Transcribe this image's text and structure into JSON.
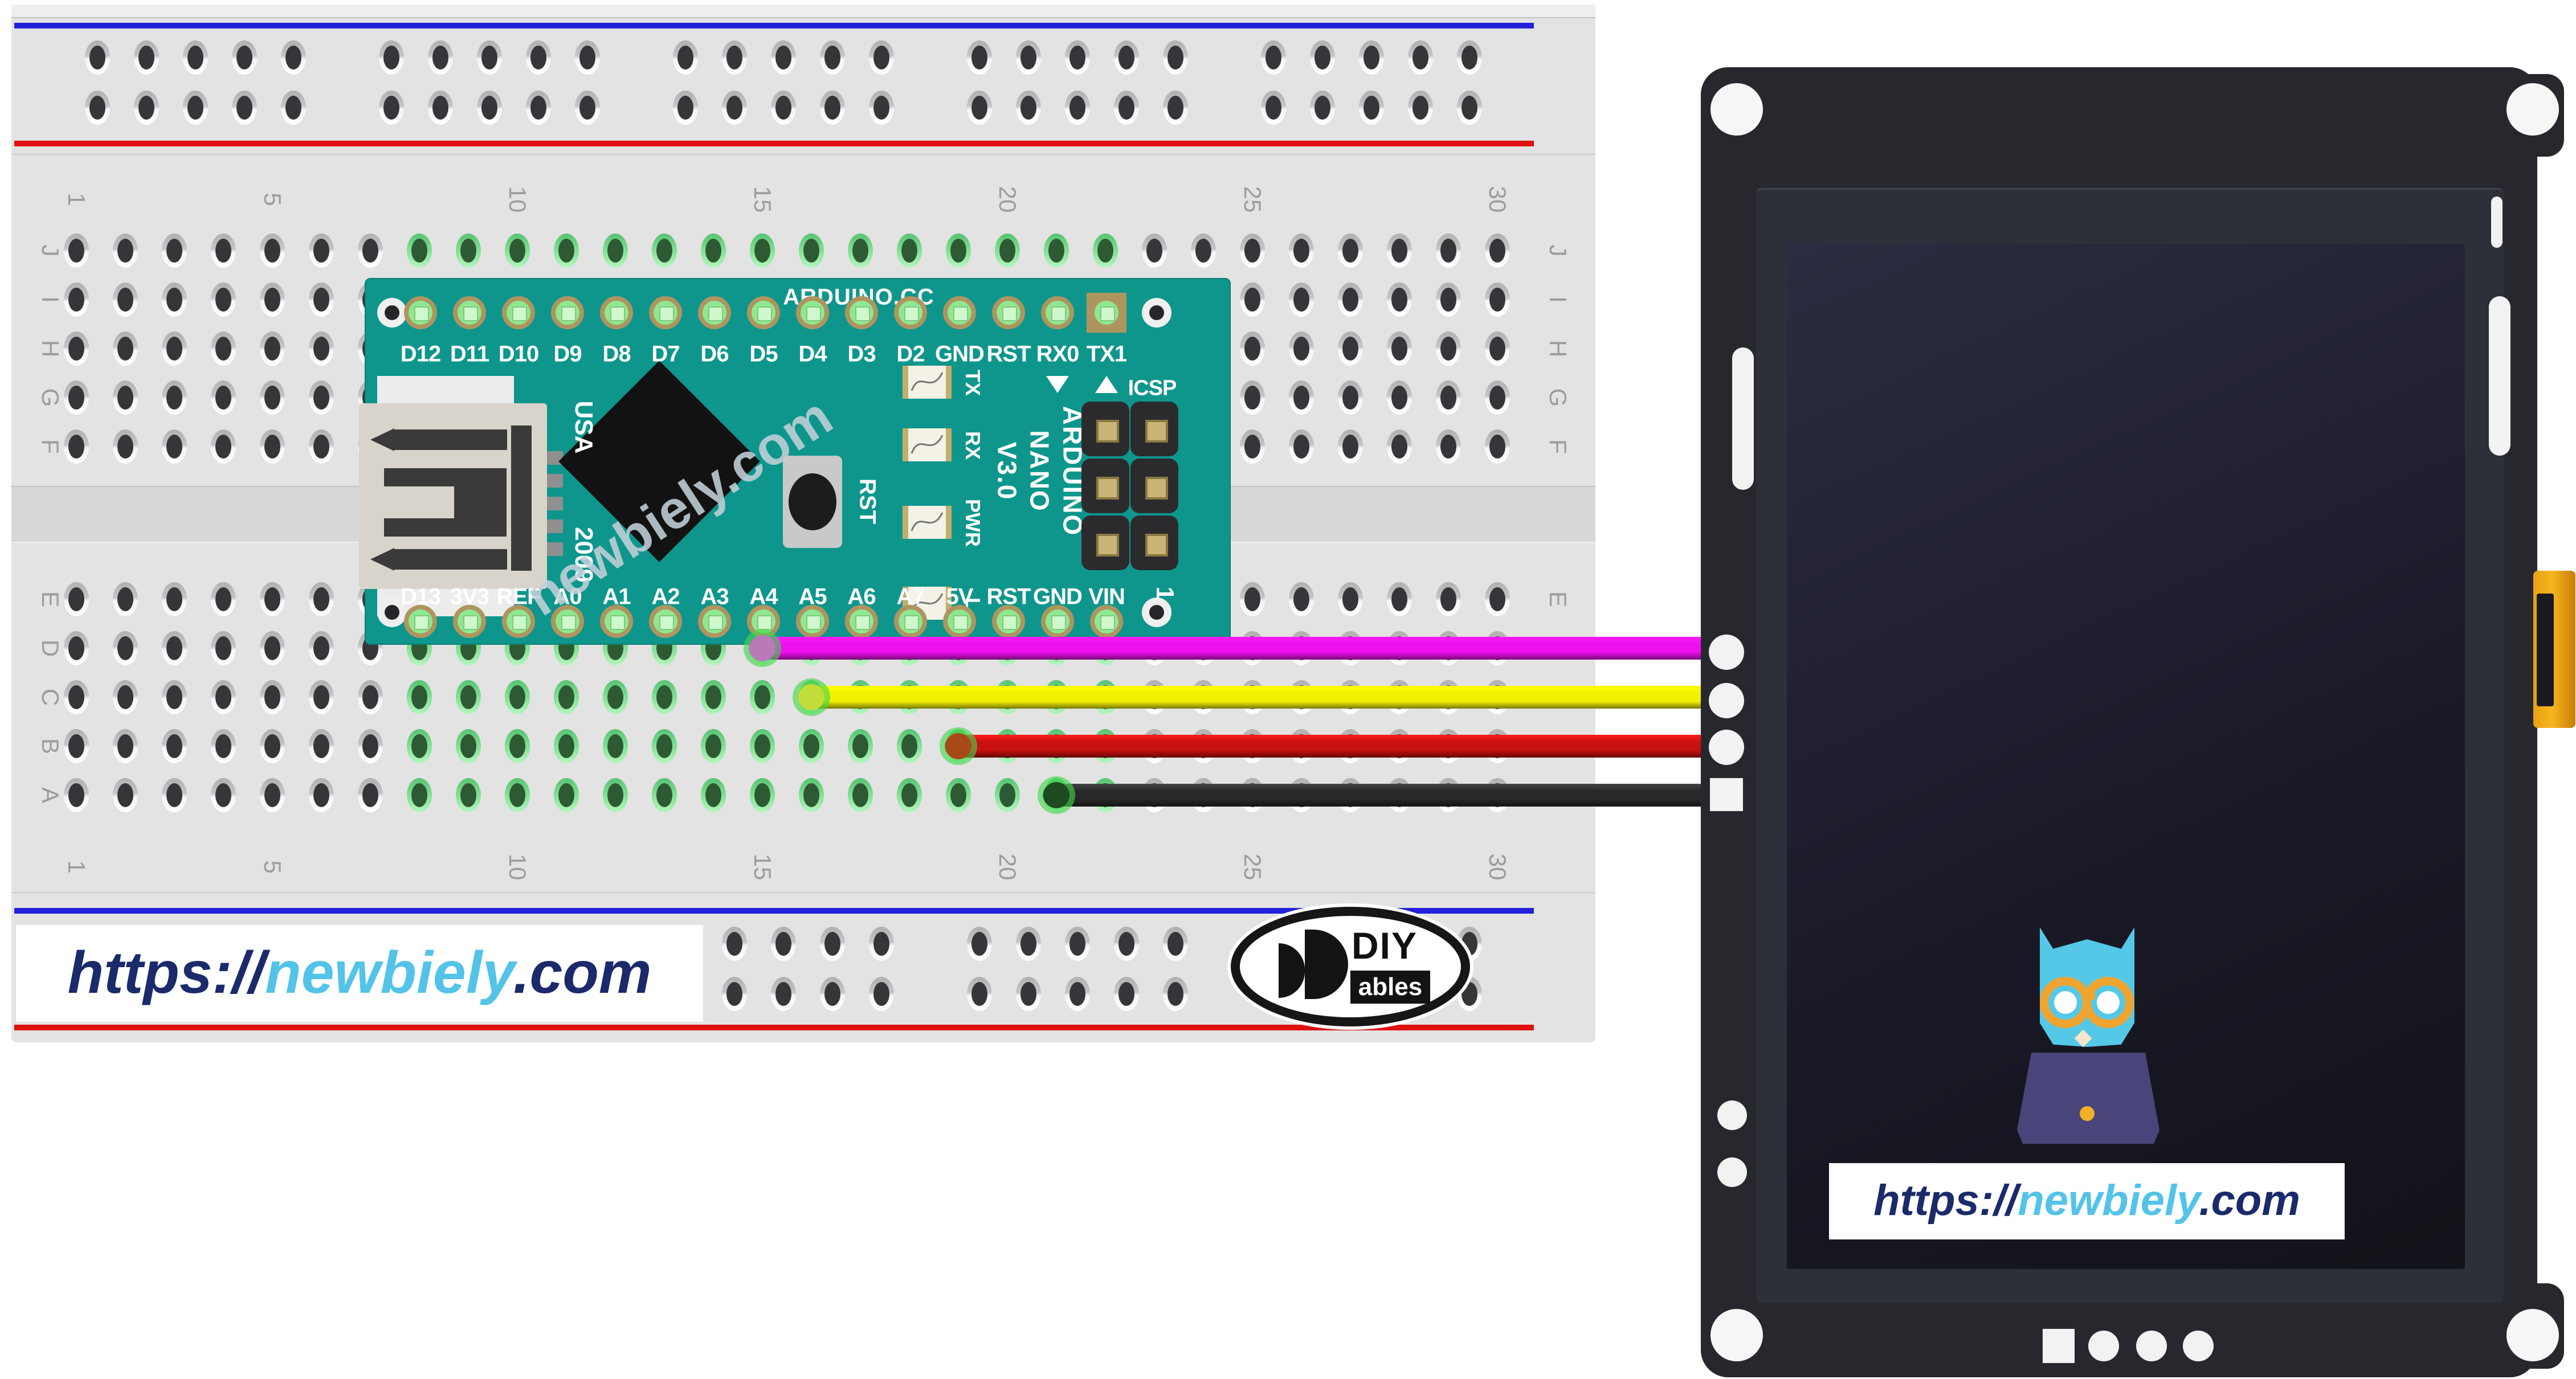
{
  "breadboard": {
    "column_labels": [
      "1",
      "5",
      "10",
      "15",
      "20",
      "25",
      "30"
    ],
    "row_labels_top": [
      "J",
      "I",
      "H",
      "G",
      "F"
    ],
    "row_labels_bottom": [
      "E",
      "D",
      "C",
      "B",
      "A"
    ],
    "rail_blue_color": "#2222dd",
    "rail_red_color": "#e01010",
    "url_box": {
      "protocol": "https://",
      "site": "newbiely",
      "tld": ".com"
    }
  },
  "arduino": {
    "board_color": "#0e968c",
    "top_pin_labels": [
      "D12",
      "D11",
      "D10",
      "D9",
      "D8",
      "D7",
      "D6",
      "D5",
      "D4",
      "D3",
      "D2",
      "GND",
      "RST",
      "RX0",
      "TX1"
    ],
    "bottom_pin_labels": [
      "D13",
      "3V3",
      "REF",
      "A0",
      "A1",
      "A2",
      "A3",
      "A4",
      "A5",
      "A6",
      "A7",
      "5V",
      "RST",
      "GND",
      "VIN"
    ],
    "brand_text": "ARDUINO.CC",
    "model_lines": [
      "ARDUINO",
      "NANO",
      "V3.0"
    ],
    "usa_text": "USA",
    "year_text": "2009",
    "reset_label": "RST",
    "led_labels": [
      "TX",
      "RX",
      "PWR",
      "L"
    ],
    "icsp_label": "ICSP",
    "icsp_pin1_label": "1",
    "watermark": "newbiely.com"
  },
  "wires": [
    {
      "name": "wire-magenta",
      "color_hex": "#ee10ee",
      "end_cap_color": "#ba7aba",
      "breadboard_row": "D",
      "breadboard_col": 15
    },
    {
      "name": "wire-yellow",
      "color_hex": "#f2f200",
      "end_cap_color": "#c2dc3a",
      "breadboard_row": "C",
      "breadboard_col": 16
    },
    {
      "name": "wire-red",
      "color_hex": "#c81010",
      "end_cap_color": "#a84a18",
      "breadboard_row": "B",
      "breadboard_col": 19
    },
    {
      "name": "wire-black",
      "color_hex": "#282828",
      "end_cap_color": "#1e4a20",
      "breadboard_row": "A",
      "breadboard_col": 21
    }
  ],
  "display": {
    "frame_color": "#26282e",
    "flex_color": "#f0a818",
    "url_box": {
      "protocol": "https://",
      "site": "newbiely",
      "tld": ".com"
    }
  },
  "diyables": {
    "top": "DIY",
    "bottom": "ables"
  }
}
